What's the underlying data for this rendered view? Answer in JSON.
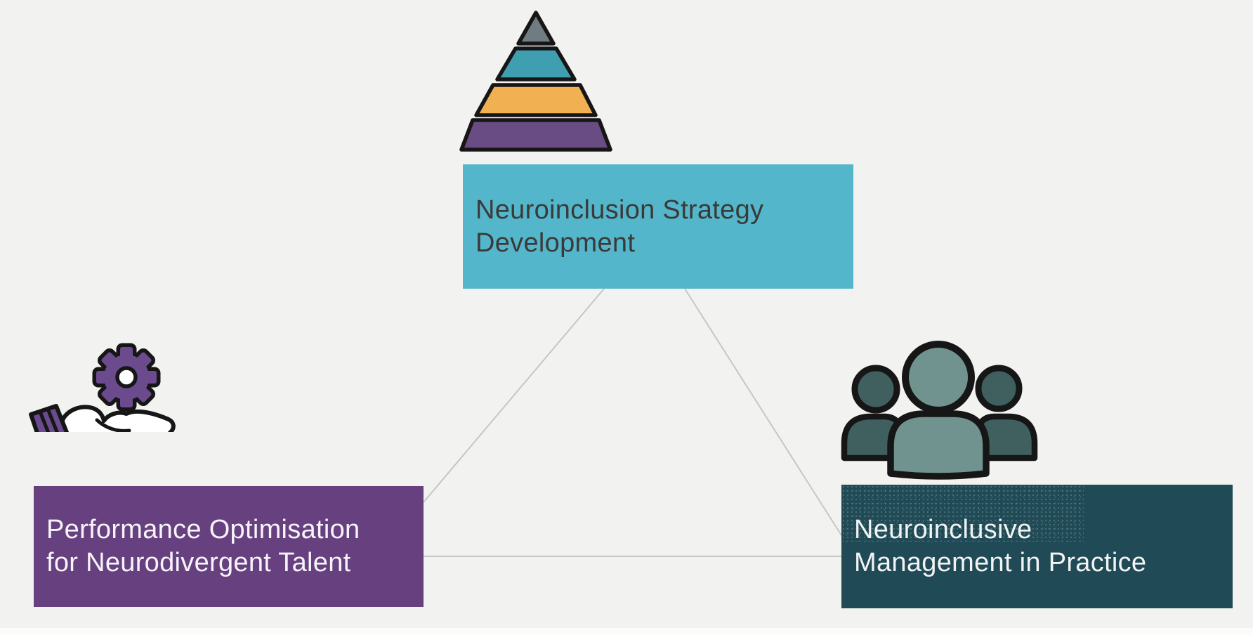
{
  "colors": {
    "background": "#f2f3f1",
    "connector": "#c6c6c6",
    "outline": "#161616",
    "strategy_bg": "#54b6ca",
    "strategy_text": "#3a3a3a",
    "performance_bg": "#67417f",
    "performance_text": "#f7f4fa",
    "management_bg": "#204b56",
    "management_text": "#f2f4f4",
    "pyramid_gray": "#6f7c82",
    "pyramid_teal": "#3f9fb1",
    "pyramid_orange": "#f1b052",
    "pyramid_purple": "#6a4c84",
    "gear_purple": "#6b4a8d",
    "sleeve_purple": "#6b4a8d",
    "hand_fill": "#ffffff",
    "people_side": "#40605f",
    "people_center": "#71938f"
  },
  "nodes": {
    "strategy": {
      "line1": "Neuroinclusion Strategy",
      "line2": "Development"
    },
    "performance": {
      "line1": "Performance Optimisation",
      "line2": "for Neurodivergent Talent"
    },
    "management": {
      "line1": "Neuroinclusive",
      "line2": "Management in Practice"
    }
  }
}
